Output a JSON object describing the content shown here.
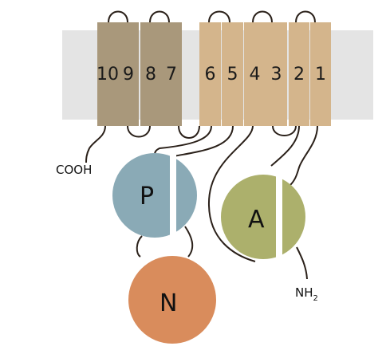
{
  "colors": {
    "membrane": "#e4e4e4",
    "helix_dark": "#a9987b",
    "helix_light": "#d4b58c",
    "loop": "#2a2019",
    "domain_p": "#8aaab6",
    "domain_a": "#acb06c",
    "domain_n": "#d98c5c"
  },
  "helices": [
    {
      "label": "10",
      "tone": "dark"
    },
    {
      "label": "9",
      "tone": "dark"
    },
    {
      "label": "8",
      "tone": "dark"
    },
    {
      "label": "7",
      "tone": "dark"
    },
    {
      "label": "6",
      "tone": "light"
    },
    {
      "label": "5",
      "tone": "light"
    },
    {
      "label": "4",
      "tone": "light"
    },
    {
      "label": "3",
      "tone": "light"
    },
    {
      "label": "2",
      "tone": "light"
    },
    {
      "label": "1",
      "tone": "light"
    }
  ],
  "domains": {
    "p": {
      "label": "P"
    },
    "a": {
      "label": "A"
    },
    "n": {
      "label": "N"
    }
  },
  "termini": {
    "c_terminus": "COOH",
    "n_terminus_base": "NH",
    "n_terminus_sub": "2"
  }
}
